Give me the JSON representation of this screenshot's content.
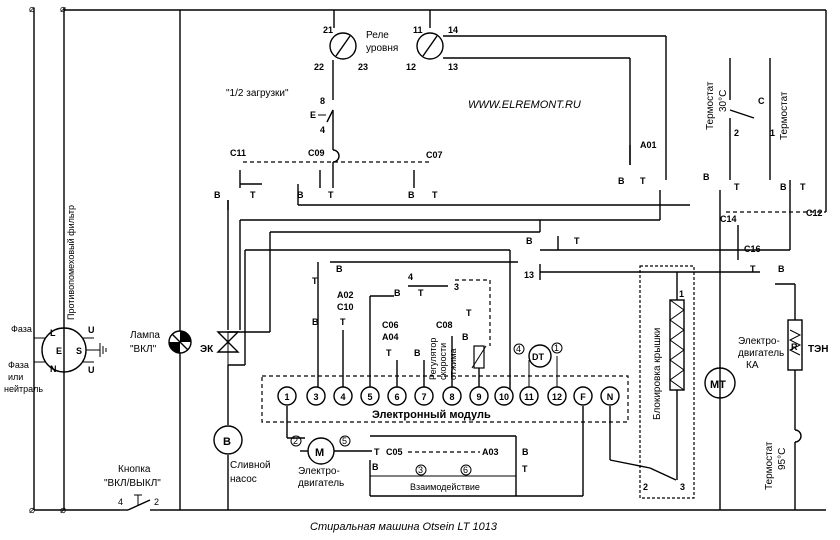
{
  "caption": "Стиральная машина  Otsein LT 1013",
  "website": "WWW.ELREMONT.RU",
  "filter": {
    "label": "Противопомеховый фильтр",
    "phase_label": "Фаза",
    "phase_or_neutral_label": "Фаза или нейтраль",
    "pins": [
      "L",
      "U",
      "E",
      "S",
      "N",
      "U"
    ]
  },
  "lamp": {
    "label_line1": "Лампа",
    "label_line2": "\"ВКЛ\""
  },
  "valve": {
    "label": "ЭК"
  },
  "pump": {
    "symbol": "B",
    "label_line1": "Сливной",
    "label_line2": "насос"
  },
  "power_button": {
    "label_line1": "Кнопка",
    "label_line2": "\"ВКЛ/ВЫКЛ\"",
    "pin_left": "4",
    "pin_right": "2"
  },
  "level_relay": {
    "label_line1": "Реле",
    "label_line2": "уровня",
    "pins": [
      "21",
      "22",
      "23",
      "11",
      "12",
      "13",
      "14"
    ]
  },
  "half_load": {
    "label": "\"1/2 загрузки\"",
    "pin_top": "8",
    "pin_bottom": "4",
    "pin_side": "E"
  },
  "contacts": {
    "c11": "C11",
    "c09": "C09",
    "c07": "C07",
    "a01": "A01",
    "c14": "C14",
    "c12": "C12",
    "c16": "C16",
    "a02": "A02",
    "c10": "C10",
    "c06": "C06",
    "a04": "A04",
    "c08": "C08",
    "c05": "C05",
    "a03": "A03"
  },
  "contact_letters": {
    "b": "B",
    "t": "T"
  },
  "module": {
    "label": "Электронный модуль",
    "terminals": [
      "1",
      "3",
      "4",
      "5",
      "6",
      "7",
      "8",
      "9",
      "10",
      "11",
      "12",
      "F",
      "N"
    ]
  },
  "speed_reg": {
    "label_line1": "Регулятор",
    "label_line2": "скорости",
    "label_line3": "отжима",
    "pin_a": "4",
    "pin_b": "3"
  },
  "dt": {
    "label": "DT",
    "pin_a": "4",
    "pin_b": "1"
  },
  "thermostat_30": {
    "label": "Термостат",
    "temp": "30°С",
    "pin_c": "C",
    "pin_1": "1",
    "pin_2": "2"
  },
  "thermostat_right": {
    "label": "Термостат"
  },
  "thermostat_95": {
    "label": "Термостат",
    "temp": "95°С"
  },
  "lid_lock": {
    "label": "Блокировка  крышки",
    "pin_1": "1",
    "pin_2": "2",
    "pin_3": "3"
  },
  "motor_ka": {
    "symbol": "MT",
    "label_line1": "Электро-",
    "label_line2": "двигатель",
    "label_line3": "КА"
  },
  "heater": {
    "symbol": "R",
    "label": "ТЭН"
  },
  "drum_motor": {
    "symbol": "M",
    "label_line1": "Электро-",
    "label_line2": "двигатель",
    "pin_left": "2",
    "pin_right": "5"
  },
  "interaction": {
    "label": "Взаимодействие",
    "pin_a": "3",
    "pin_b": "6"
  },
  "relay13": {
    "label": "13"
  }
}
